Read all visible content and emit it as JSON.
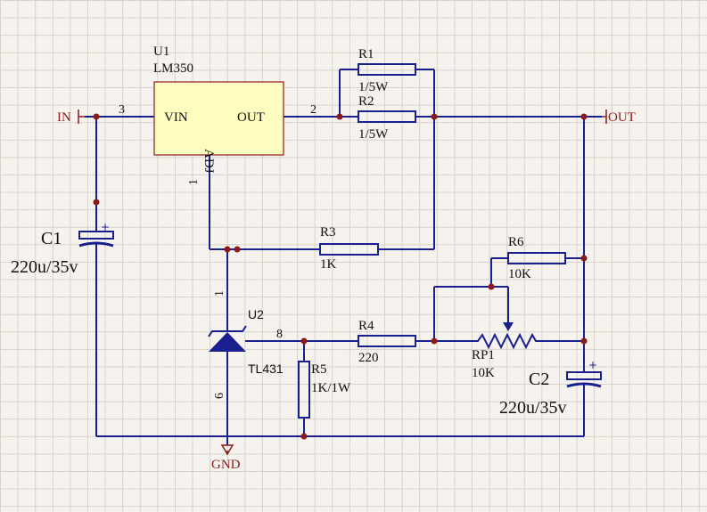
{
  "ports": {
    "in": "IN",
    "out": "OUT",
    "gnd": "GND"
  },
  "u1": {
    "ref": "U1",
    "part": "LM350",
    "pin_vin": "VIN",
    "pin_out": "OUT",
    "pin_adj": "ADJ",
    "pin_in_num": "3",
    "pin_out_num": "2",
    "pin_adj_num": "1"
  },
  "u2": {
    "ref": "U2",
    "part": "TL431",
    "pin_k": "1",
    "pin_ref": "8",
    "pin_a": "6"
  },
  "r1": {
    "ref": "R1",
    "value": "1/5W"
  },
  "r2": {
    "ref": "R2",
    "value": "1/5W"
  },
  "r3": {
    "ref": "R3",
    "value": "1K"
  },
  "r4": {
    "ref": "R4",
    "value": "220"
  },
  "r5": {
    "ref": "R5",
    "value": "1K/1W"
  },
  "r6": {
    "ref": "R6",
    "value": "10K"
  },
  "rp1": {
    "ref": "RP1",
    "value": "10K"
  },
  "c1": {
    "ref": "C1",
    "value": "220u/35v"
  },
  "c2": {
    "ref": "C2",
    "value": "220u/35v"
  },
  "colors": {
    "wire": "#1a1f8f",
    "junction": "#8b1a1a",
    "chip_fill": "#fffcbf",
    "port": "#8b1a1a"
  }
}
